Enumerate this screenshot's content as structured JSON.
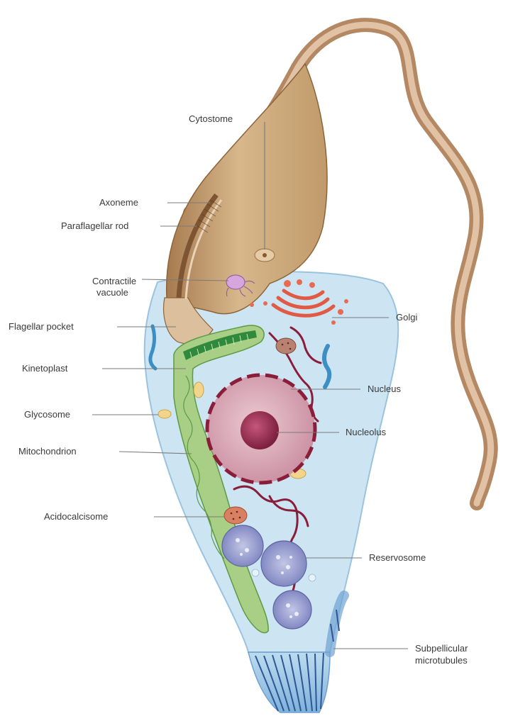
{
  "labels": {
    "cytostome": "Cytostome",
    "axoneme": "Axoneme",
    "paraflagellar_rod": "Paraflagellar rod",
    "contractile_vacuole_1": "Contractile",
    "contractile_vacuole_2": "vacuole",
    "flagellar_pocket": "Flagellar pocket",
    "kinetoplast": "Kinetoplast",
    "glycosome": "Glycosome",
    "mitochondrion": "Mitochondrion",
    "acidocalcisome": "Acidocalcisome",
    "golgi": "Golgi",
    "nucleus": "Nucleus",
    "nucleolus": "Nucleolus",
    "reservosome": "Reservosome",
    "subpellicular_1": "Subpellicular",
    "subpellicular_2": "microtubules"
  },
  "colors": {
    "cell_body": "#cfe6f3",
    "flagellum": "#c89a78",
    "anterior_cone": "#c7a57c",
    "mitochondrion": "#a9cf86",
    "kinetoplast": "#2f8a3c",
    "nucleus": "#d8a4b4",
    "nucleolus": "#a33a5c",
    "golgi": "#e0604a",
    "reservosome": "#8f95c8",
    "microtubules": "#3a5fa0",
    "er": "#8a1e3a"
  }
}
